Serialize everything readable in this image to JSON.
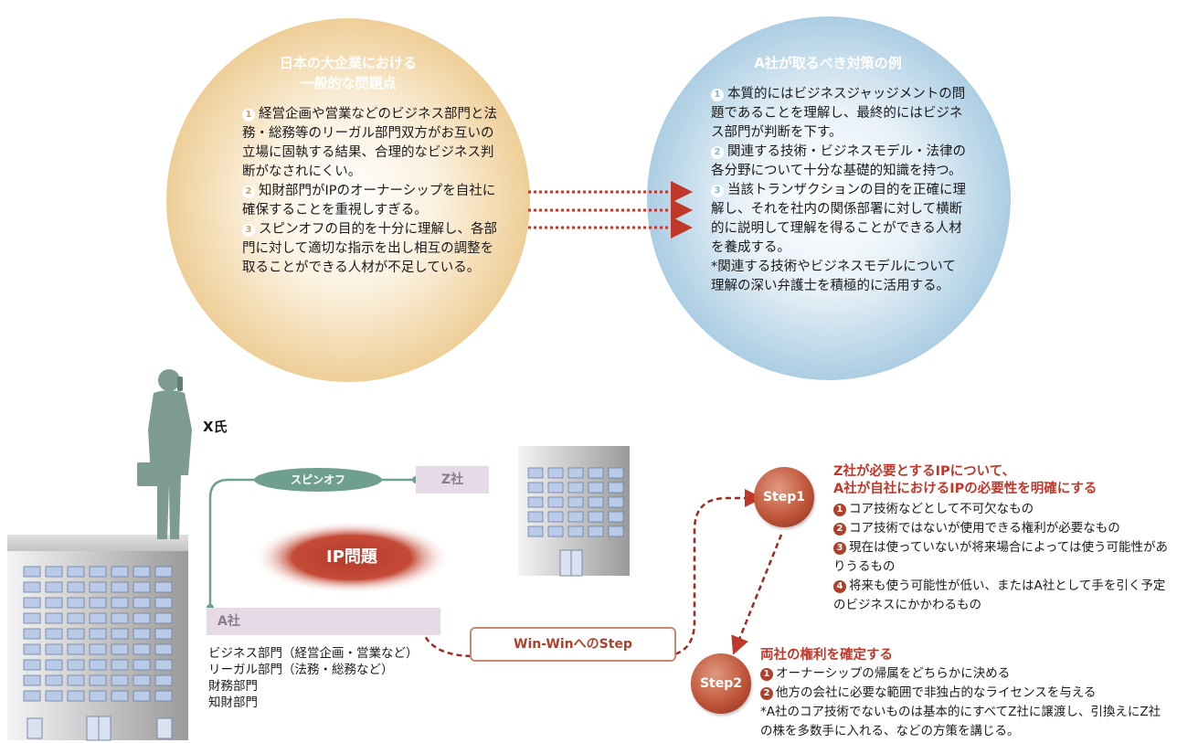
{
  "left_circle": {
    "title_lines": [
      "日本の大企業における",
      "一般的な問題点"
    ],
    "items": [
      {
        "num": "1",
        "text": "経営企画や営業などのビジネス部門と法務・総務等のリーガル部門双方がお互いの立場に固執する結果、合理的なビジネス判断がなされにくい。"
      },
      {
        "num": "2",
        "text": "知財部門がIPのオーナーシップを自社に確保することを重視しすぎる。"
      },
      {
        "num": "3",
        "text": "スピンオフの目的を十分に理解し、各部門に対して適切な指示を出し相互の調整を取ることができる人材が不足している。"
      }
    ]
  },
  "right_circle": {
    "title": "A社が取るべき対策の例",
    "items": [
      {
        "num": "1",
        "text": "本質的にはビジネスジャッジメントの問題であることを理解し、最終的にはビジネス部門が判断を下す。"
      },
      {
        "num": "2",
        "text": "関連する技術・ビジネスモデル・法律の各分野について十分な基礎的知識を持つ。"
      },
      {
        "num": "3",
        "text": "当該トランザクションの目的を正確に理解し、それを社内の関係部署に対して横断的に説明して理解を得ることができる人材を養成する。"
      }
    ],
    "note": "*関連する技術やビジネスモデルについて理解の深い弁護士を積極的に活用する。"
  },
  "person_label": "X氏",
  "spinoff_label": "スピンオフ",
  "z_company_label": "Z社",
  "ip_issue_label": "IP問題",
  "a_company": {
    "label": "A社",
    "departments": [
      "ビジネス部門（経営企画・営業など）",
      "リーガル部門（法務・総務など）",
      "財務部門",
      "知財部門"
    ]
  },
  "win_win_label": "Win-WinへのStep",
  "step1": {
    "badge": "Step1",
    "title_lines": [
      "Z社が必要とするIPについて、",
      "A社が自社におけるIPの必要性を明確にする"
    ],
    "items": [
      {
        "num": "1",
        "text": "コア技術などとして不可欠なもの"
      },
      {
        "num": "2",
        "text": "コア技術ではないが使用できる権利が必要なもの"
      },
      {
        "num": "3",
        "text": "現在は使っていないが将来場合によっては使う可能性がありうるもの"
      },
      {
        "num": "4",
        "text": "将来も使う可能性が低い、またはA社として手を引く予定のビジネスにかかわるもの"
      }
    ]
  },
  "step2": {
    "badge": "Step2",
    "title": "両社の権利を確定する",
    "items": [
      {
        "num": "1",
        "text": "オーナーシップの帰属をどちらかに決める"
      },
      {
        "num": "2",
        "text": "他方の会社に必要な範囲で非独占的なライセンスを与える"
      }
    ],
    "note": "*A社のコア技術でないものは基本的にすべてZ社に譲渡し、引換えにZ社の株を多数手に入れる、などの方策を講じる。"
  },
  "colors": {
    "accent_red": "#c0382a",
    "connector_green": "#6f9f91",
    "tag_lilac": "#e5dae6",
    "left_circle": "#efcf99",
    "right_circle": "#a9cce2"
  }
}
